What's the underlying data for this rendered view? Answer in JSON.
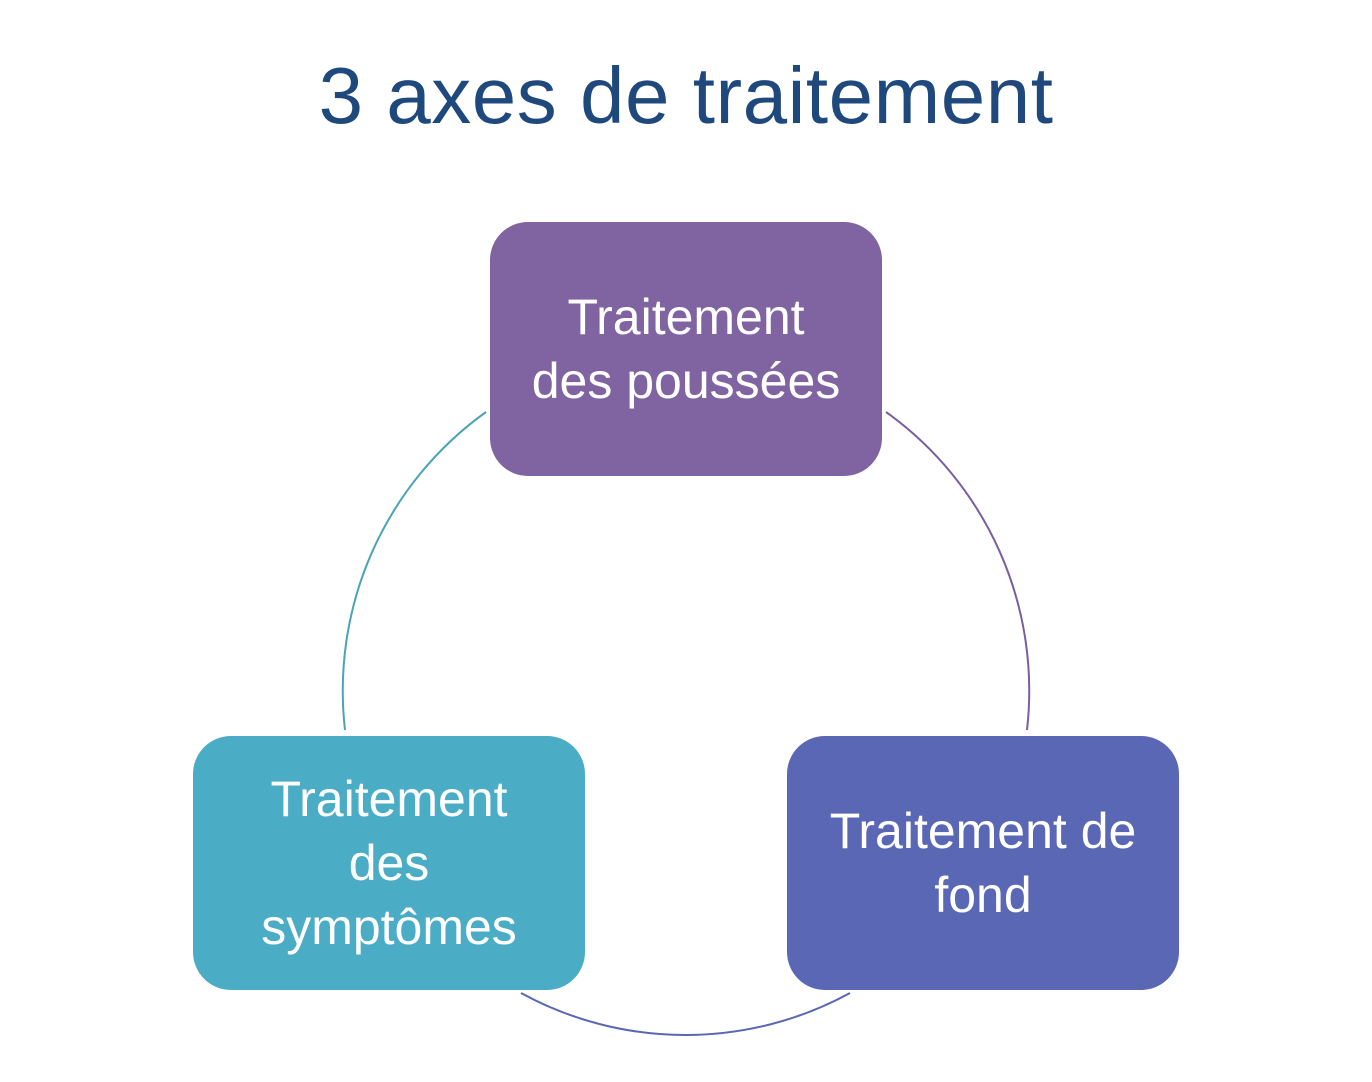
{
  "title": "3 axes de traitement",
  "colors": {
    "title": "#1f497d",
    "node_top": "#8064a2",
    "node_right": "#5a67b4",
    "node_left": "#4bacc6",
    "arc_top_right": "#7a5ea0",
    "arc_bottom": "#5a67b4",
    "arc_left": "#4aa3b8"
  },
  "nodes": {
    "top": {
      "label": "Traitement\ndes poussées"
    },
    "right": {
      "label": "Traitement de\nfond"
    },
    "left": {
      "label": "Traitement\ndes\nsymptômes"
    }
  }
}
